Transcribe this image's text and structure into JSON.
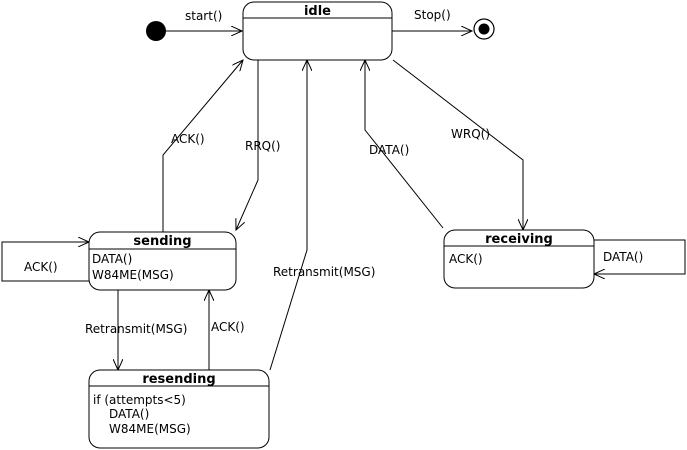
{
  "states": {
    "idle": {
      "name": "idle"
    },
    "sending": {
      "name": "sending",
      "activities": [
        "DATA()",
        "W84ME(MSG)"
      ]
    },
    "receiving": {
      "name": "receiving",
      "activities": [
        "ACK()"
      ]
    },
    "resending": {
      "name": "resending",
      "activities": [
        "if (attempts<5)",
        "DATA()",
        "W84ME(MSG)"
      ]
    }
  },
  "transitions": {
    "start": "start()",
    "stop": "Stop()",
    "ack_to_idle": "ACK()",
    "rrq": "RRQ()",
    "retransmit_to_idle": "Retransmit(MSG)",
    "data_to_idle": "DATA()",
    "wrq": "WRQ()",
    "ack_self": "ACK()",
    "data_self": "DATA()",
    "retransmit_to_resending": "Retransmit(MSG)",
    "ack_to_sending": "ACK()"
  }
}
